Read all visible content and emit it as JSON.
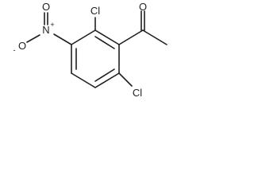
{
  "molecule": {
    "labels": {
      "carbonyl_oxygen": "O",
      "chlorine_top": "Cl",
      "chlorine_bottom": "Cl",
      "nitro_nitrogen": "N",
      "nitro_plus": "+",
      "nitro_oxygen_double": "O",
      "nitro_oxygen_single": "O",
      "nitro_minus": "-"
    }
  }
}
